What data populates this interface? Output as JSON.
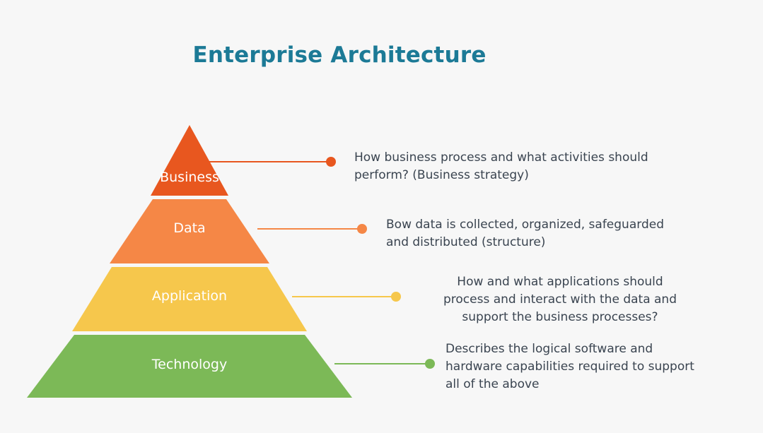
{
  "page": {
    "title": "Enterprise Architecture",
    "background_color": "#f7f7f7",
    "title_color": "#1c7a96",
    "description_text_color": "#3a4450"
  },
  "pyramid": {
    "layers": [
      {
        "label": "Business",
        "color": "#e8571f",
        "connector_color": "#e8571f",
        "description": "How business process and what activities should perform? (Business strategy)",
        "description_lines": [
          "How business process and what activities should",
          "perform? (Business strategy)"
        ],
        "description_align": "left"
      },
      {
        "label": "Data",
        "color": "#f58746",
        "connector_color": "#f58746",
        "description": "Bow data is collected, organized, safeguarded and distributed (structure)",
        "description_lines": [
          "Bow data is collected, organized, safeguarded",
          "and distributed (structure)"
        ],
        "description_align": "left"
      },
      {
        "label": "Application",
        "color": "#f6c74c",
        "connector_color": "#f6c74c",
        "description": "How and what applications should process and interact with the data and support the business processes?",
        "description_lines": [
          "How and what applications should",
          "process and interact with the data and",
          "support the business processes?"
        ],
        "description_align": "center"
      },
      {
        "label": "Technology",
        "color": "#7cb957",
        "connector_color": "#7cb957",
        "description": "Describes the logical software and hardware capabilities required to support all of the above",
        "description_lines": [
          "Describes the logical software and",
          "hardware capabilities required to support",
          "all of the above"
        ],
        "description_align": "left"
      }
    ]
  }
}
